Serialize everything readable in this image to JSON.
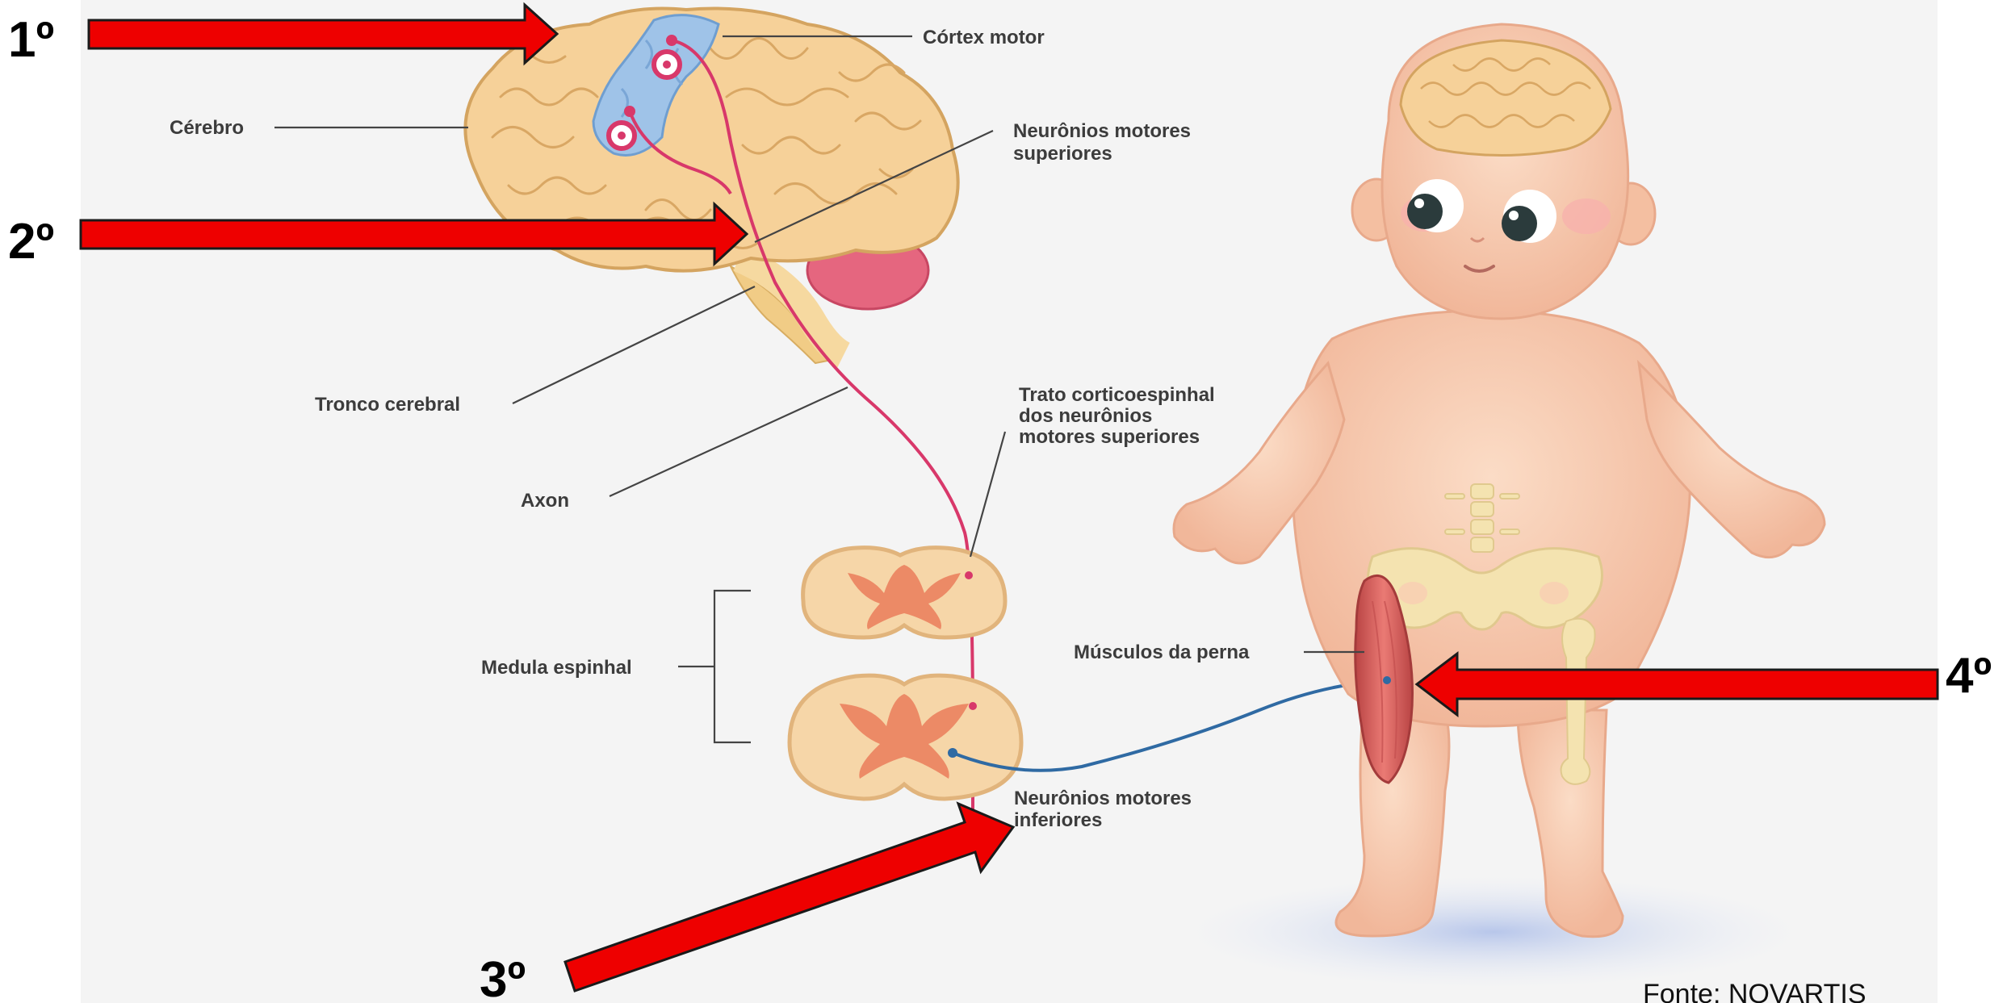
{
  "labels": {
    "cortex_motor": "Córtex motor",
    "cerebro": "Cérebro",
    "neuronios_superiores": [
      "Neurônios motores",
      "superiores"
    ],
    "tronco": "Tronco cerebral",
    "axon": "Axon",
    "trato": [
      "Trato corticoespinhal",
      "dos neurônios",
      "motores superiores"
    ],
    "medula": "Medula espinhal",
    "musculos": "Músculos da perna",
    "neuronios_inferiores": [
      "Neurônios motores",
      "inferiores"
    ]
  },
  "steps": [
    "1º",
    "2º",
    "3º",
    "4º"
  ],
  "source": "Fonte: NOVARTIS",
  "colors": {
    "arrow": "#ee0000",
    "brain": "#f6d199",
    "motor_cortex": "#9fc3e8",
    "cerebellum": "#e5667f",
    "upper_neuron": "#d8386a",
    "lower_neuron": "#2f6aa3",
    "skin": "#f8cfb3",
    "muscle": "#d45858",
    "bone": "#f4e3b0"
  }
}
